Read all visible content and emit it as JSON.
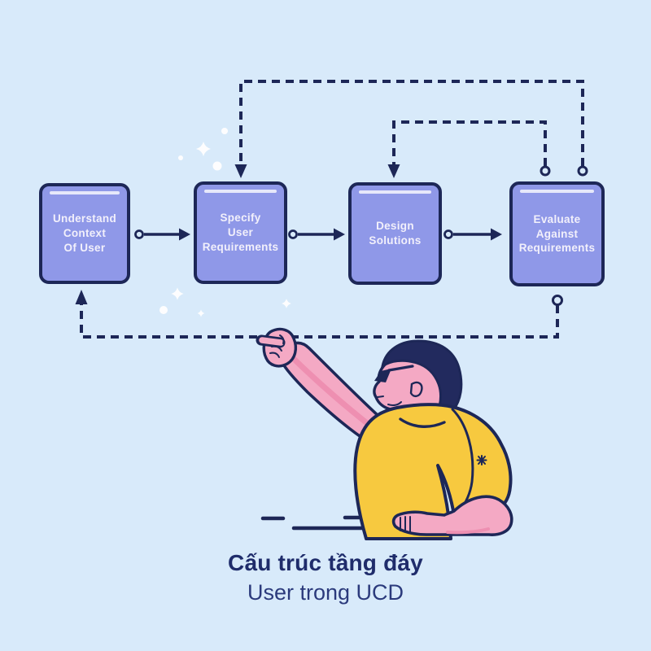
{
  "colors": {
    "background": "#d8eafa",
    "box_fill": "#8f98e8",
    "box_border": "#1d2757",
    "box_text": "#f2f0fb",
    "connector_line": "#1d2757",
    "caption_title": "#1f2c6b",
    "caption_subtitle": "#2b3a7c",
    "skin": "#f4a9c4",
    "skin_shade": "#ee8fb1",
    "shirt": "#f7c93f",
    "hair": "#222a5e",
    "sparkle": "#ffffff"
  },
  "flow": {
    "boxes": [
      {
        "id": "understand",
        "label": "Understand\nContext\nOf User"
      },
      {
        "id": "specify",
        "label": "Specify\nUser\nRequirements"
      },
      {
        "id": "design",
        "label": "Design\nSolutions"
      },
      {
        "id": "evaluate",
        "label": "Evaluate\nAgainst\nRequirements"
      }
    ],
    "connections": [
      {
        "from": "understand",
        "to": "specify",
        "style": "solid-arrow"
      },
      {
        "from": "specify",
        "to": "design",
        "style": "solid-arrow"
      },
      {
        "from": "design",
        "to": "evaluate",
        "style": "solid-arrow"
      },
      {
        "from": "evaluate",
        "to": "specify",
        "style": "dashed-feedback"
      },
      {
        "from": "evaluate",
        "to": "design",
        "style": "dashed-feedback"
      },
      {
        "from": "evaluate",
        "to": "understand",
        "style": "dashed-feedback"
      }
    ]
  },
  "caption": {
    "title": "Cấu trúc tầng đáy",
    "subtitle": "User trong UCD"
  },
  "illustration": {
    "figure": "man-pointing-at-flow-icon"
  }
}
